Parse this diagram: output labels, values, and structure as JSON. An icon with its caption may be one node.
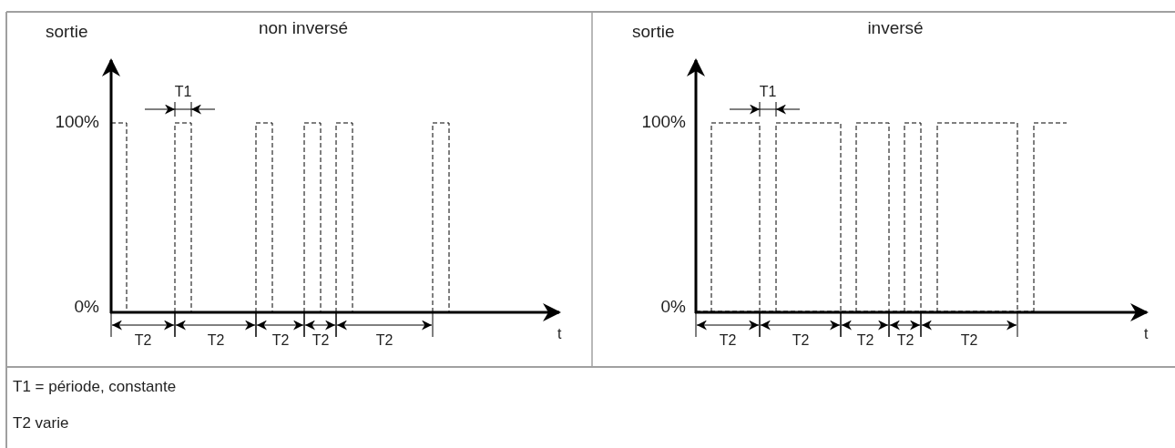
{
  "diagram": {
    "labels": [
      "sortie",
      "non inversé",
      "T1",
      "100%",
      "0%",
      "T2",
      "T2",
      "T2",
      "T2",
      "T2",
      "t",
      "sortie",
      "inversé",
      "T1",
      "100%",
      "0%",
      "T2",
      "T2",
      "T2",
      "T2",
      "T2",
      "t",
      "T1 = période, constante",
      "T2 varie"
    ]
  }
}
